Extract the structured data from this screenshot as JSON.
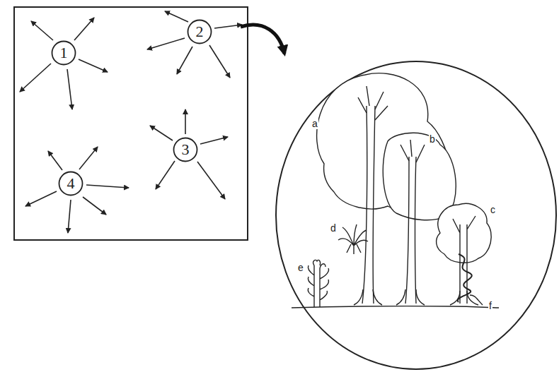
{
  "diagram": {
    "nodes": [
      {
        "text": [
          "1"
        ]
      },
      {
        "text": [
          "2"
        ]
      },
      {
        "text": [
          "3"
        ]
      },
      {
        "text": [
          "4"
        ]
      }
    ],
    "labels": [
      "a",
      "b",
      "c",
      "d",
      "e",
      "f"
    ]
  }
}
